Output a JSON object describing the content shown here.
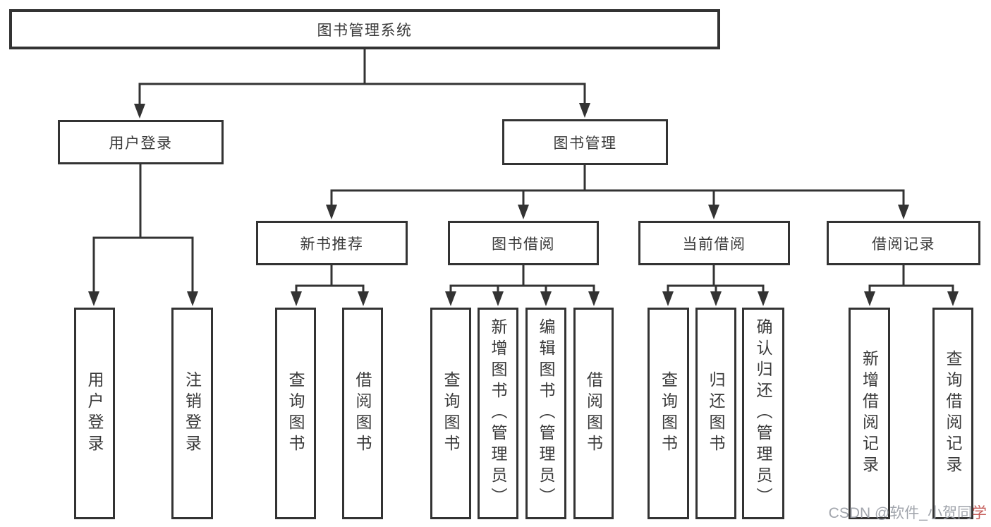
{
  "diagram_title": "图书管理系统",
  "nodes": {
    "root": {
      "label": "图书管理系统"
    },
    "user_login": {
      "label": "用户登录"
    },
    "book_mgmt": {
      "label": "图书管理"
    },
    "new_book_rec": {
      "label": "新书推荐"
    },
    "book_borrow": {
      "label": "图书借阅"
    },
    "current_borrow": {
      "label": "当前借阅"
    },
    "borrow_records": {
      "label": "借阅记录"
    },
    "leaf_user_login": {
      "label": "用户登录"
    },
    "leaf_logout": {
      "label": "注销登录"
    },
    "leaf_query_book_1": {
      "label": "查询图书"
    },
    "leaf_borrow_book_1": {
      "label": "借阅图书"
    },
    "leaf_query_book_2": {
      "label": "查询图书"
    },
    "leaf_add_book": {
      "label": "新增图书（管理员）"
    },
    "leaf_edit_book": {
      "label": "编辑图书（管理员）"
    },
    "leaf_borrow_book_2": {
      "label": "借阅图书"
    },
    "leaf_query_book_3": {
      "label": "查询图书"
    },
    "leaf_return_book": {
      "label": "归还图书"
    },
    "leaf_confirm_return": {
      "label": "确认归还（管理员）"
    },
    "leaf_add_borrow_record": {
      "label": "新增借阅记录"
    },
    "leaf_query_borrow_record": {
      "label": "查询借阅记录"
    }
  },
  "watermark": {
    "prefix": "CSDN @软件_小贺同",
    "accent": "学"
  },
  "colors": {
    "line": "#333333",
    "box_border": "#333333",
    "text": "#3a3a3a",
    "background": "#ffffff",
    "watermark_gray": "#9a9ea6",
    "watermark_red": "#c0504d"
  }
}
